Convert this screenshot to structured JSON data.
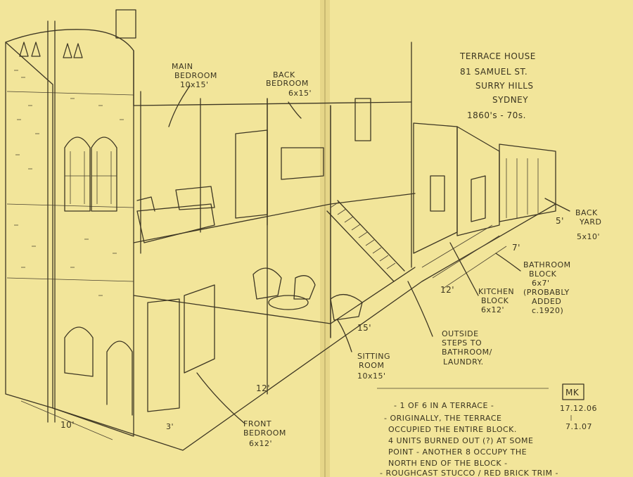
{
  "title_block": {
    "line1": "TERRACE HOUSE",
    "line2": "81 SAMUEL ST.",
    "line3": "SURRY HILLS",
    "line4": "SYDNEY",
    "line5": "1860's - 70s."
  },
  "labels": {
    "main_bedroom": [
      "MAIN",
      "BEDROOM",
      "10x15'"
    ],
    "back_bedroom": [
      "BACK",
      "BEDROOM",
      "6x15'"
    ],
    "back_yard": [
      "BACK",
      "YARD",
      "5x10'"
    ],
    "bathroom_block": [
      "BATHROOM",
      "BLOCK",
      "6x7'",
      "(PROBABLY",
      "ADDED",
      "c.1920)"
    ],
    "kitchen_block": [
      "KITCHEN",
      "BLOCK",
      "6x12'"
    ],
    "outside_steps": [
      "OUTSIDE",
      "STEPS TO",
      "BATHROOM/",
      "LAUNDRY."
    ],
    "sitting_room": [
      "SITTING",
      "ROOM",
      "10x15'"
    ],
    "front_bedroom": [
      "FRONT",
      "BEDROOM",
      "6x12'"
    ]
  },
  "dimensions": {
    "d10": "10'",
    "d3": "3'",
    "d12a": "12'",
    "d15": "15'",
    "d12b": "12'",
    "d7": "7'",
    "d5": "5'"
  },
  "notes": [
    "- 1 OF 6 IN A TERRACE -",
    "- ORIGINALLY, THE TERRACE",
    "OCCUPIED THE ENTIRE BLOCK.",
    "4 UNITS BURNED OUT (?) AT SOME",
    "POINT - ANOTHER 8 OCCUPY THE",
    "NORTH END OF THE BLOCK -",
    "- ROUGHCAST STUCCO / RED BRICK TRIM -"
  ],
  "signature": {
    "initials": "MK",
    "date1": "17.12.06",
    "date2": "7.1.07"
  }
}
